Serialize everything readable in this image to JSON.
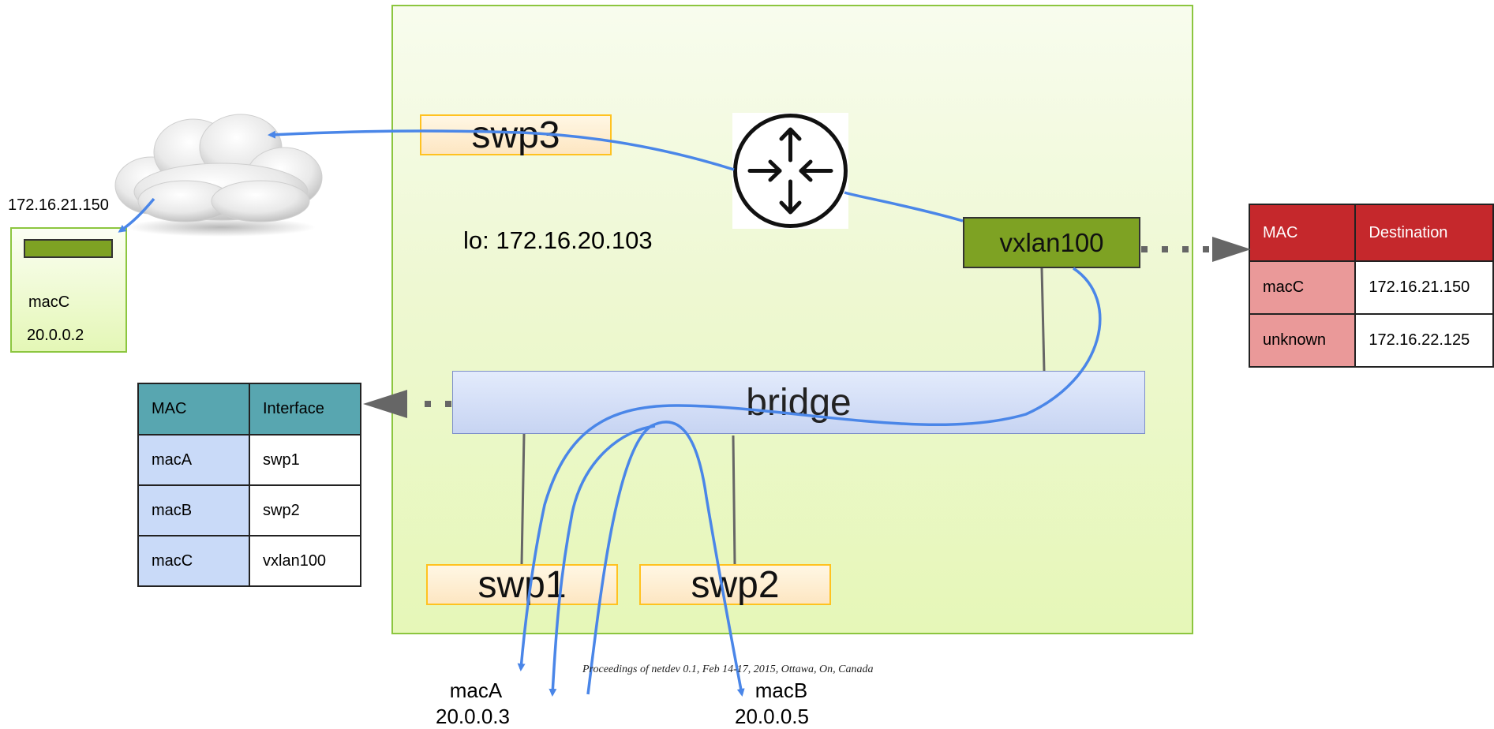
{
  "colors": {
    "switch_border": "#8cc63f",
    "port_fill": "#fde6c2",
    "port_border": "#ffc220",
    "bridge_fill": "#c7d4f2",
    "vxlan_fill": "#7ea223",
    "flow_arrow": "#4a86e8",
    "fdb_header": "#58a6b0",
    "fdb_mac_cells": "#c9daf8",
    "remote_header": "#c5282c",
    "remote_mac_cells": "#ea9999"
  },
  "switch": {
    "lo_label": "lo: 172.16.20.103",
    "ports": {
      "swp1": "swp1",
      "swp2": "swp2",
      "swp3": "swp3"
    },
    "bridge_label": "bridge",
    "vxlan_label": "vxlan100",
    "router_icon": "router-icon"
  },
  "cloud": {
    "icon": "cloud-icon",
    "ip_label": "172.16.21.150"
  },
  "remote_host": {
    "mac": "macC",
    "ip": "20.0.0.2"
  },
  "hosts": {
    "a": {
      "mac": "macA",
      "ip": "20.0.0.3"
    },
    "b": {
      "mac": "macB",
      "ip": "20.0.0.5"
    }
  },
  "fdb_table": {
    "headers": [
      "MAC",
      "Interface"
    ],
    "rows": [
      [
        "macA",
        "swp1"
      ],
      [
        "macB",
        "swp2"
      ],
      [
        "macC",
        "vxlan100"
      ]
    ]
  },
  "remote_table": {
    "headers": [
      "MAC",
      "Destination"
    ],
    "rows": [
      [
        "macC",
        "172.16.21.150"
      ],
      [
        "unknown",
        "172.16.22.125"
      ]
    ]
  },
  "footer": "Proceedings of netdev 0.1, Feb 14-17, 2015, Ottawa, On, Canada"
}
